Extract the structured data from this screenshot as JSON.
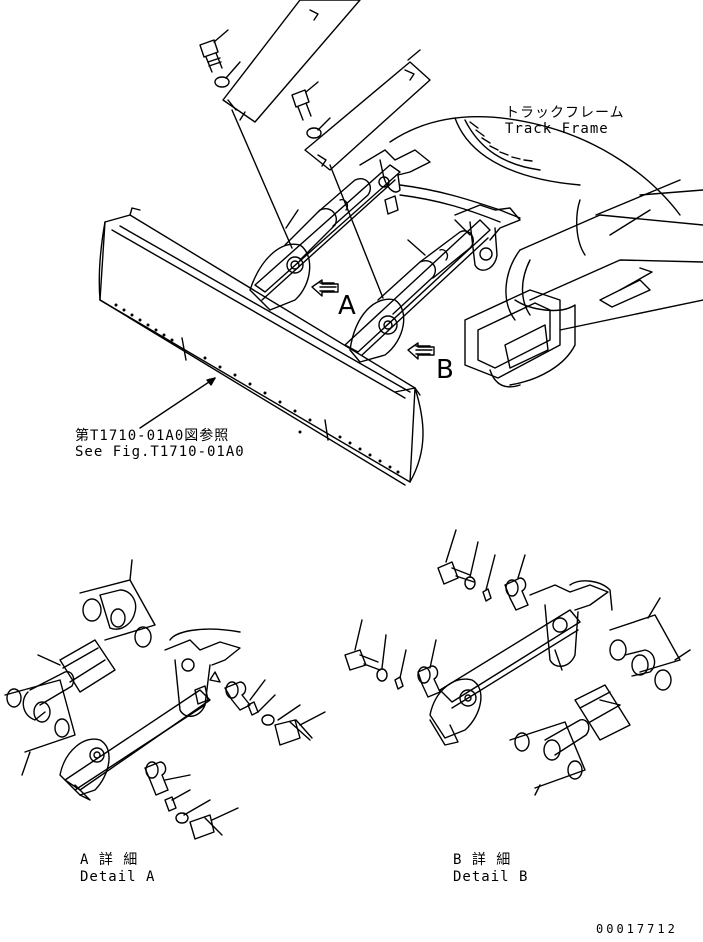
{
  "labels": {
    "track_frame_jp": "トラックフレーム",
    "track_frame_en": "Track Frame",
    "see_fig_jp": "第T1710-01A0図参照",
    "see_fig_en": "See Fig.T1710-01A0",
    "view_a": "A",
    "view_b": "B",
    "detail_a_jp": "A 詳 細",
    "detail_a_en": "Detail A",
    "detail_b_jp": "B 詳 細",
    "detail_b_en": "Detail B",
    "document_number": "00017712"
  }
}
